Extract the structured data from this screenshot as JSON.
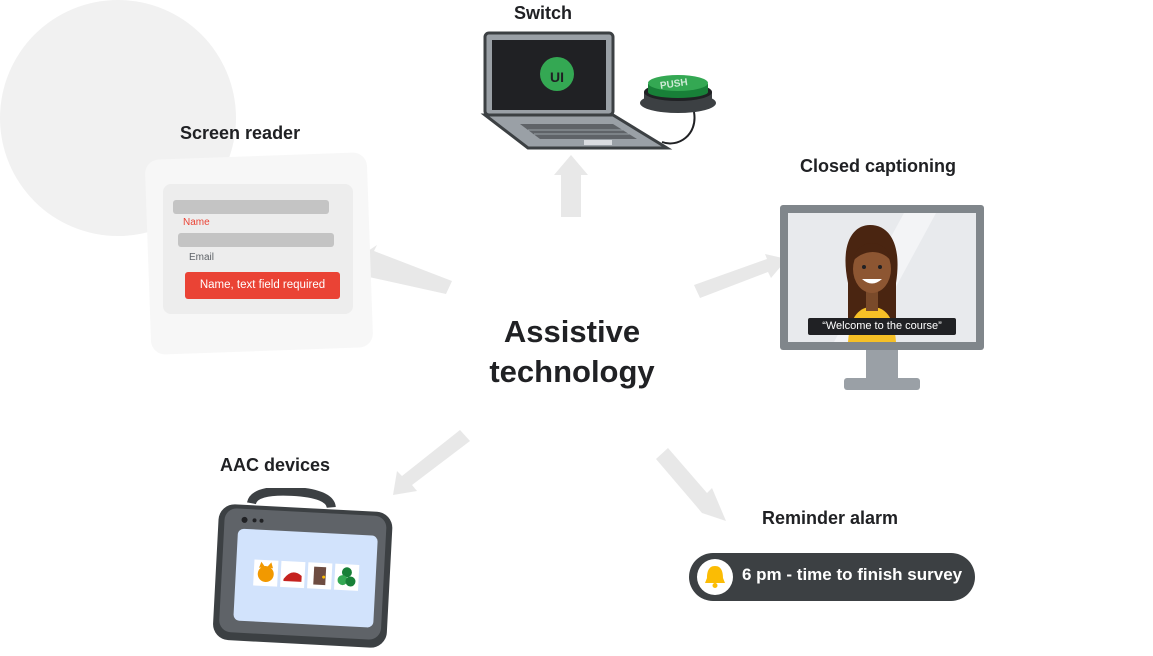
{
  "hub": {
    "title_line1": "Assistive",
    "title_line2": "technology"
  },
  "switch": {
    "label": "Switch",
    "screen_text": "UI",
    "button_text": "PUSH"
  },
  "screen_reader": {
    "label": "Screen reader",
    "field1_label": "Name",
    "field2_label": "Email",
    "announcement": "Name, text field required"
  },
  "closed_captioning": {
    "label": "Closed captioning",
    "caption": "“Welcome to the course”"
  },
  "aac_devices": {
    "label": "AAC devices"
  },
  "reminder_alarm": {
    "label": "Reminder alarm",
    "message": "6 pm - time to finish survey"
  },
  "colors": {
    "hub": "#f1f1f1",
    "arrows": "#e8e8e8",
    "green": "#34a853",
    "red": "#ea4335",
    "dark": "#3c4043",
    "bell": "#fbbc04",
    "screen_blue": "#d2e3fc"
  },
  "icons": [
    "laptop-icon",
    "push-button-icon",
    "monitor-icon",
    "tablet-device-icon",
    "bell-icon"
  ]
}
